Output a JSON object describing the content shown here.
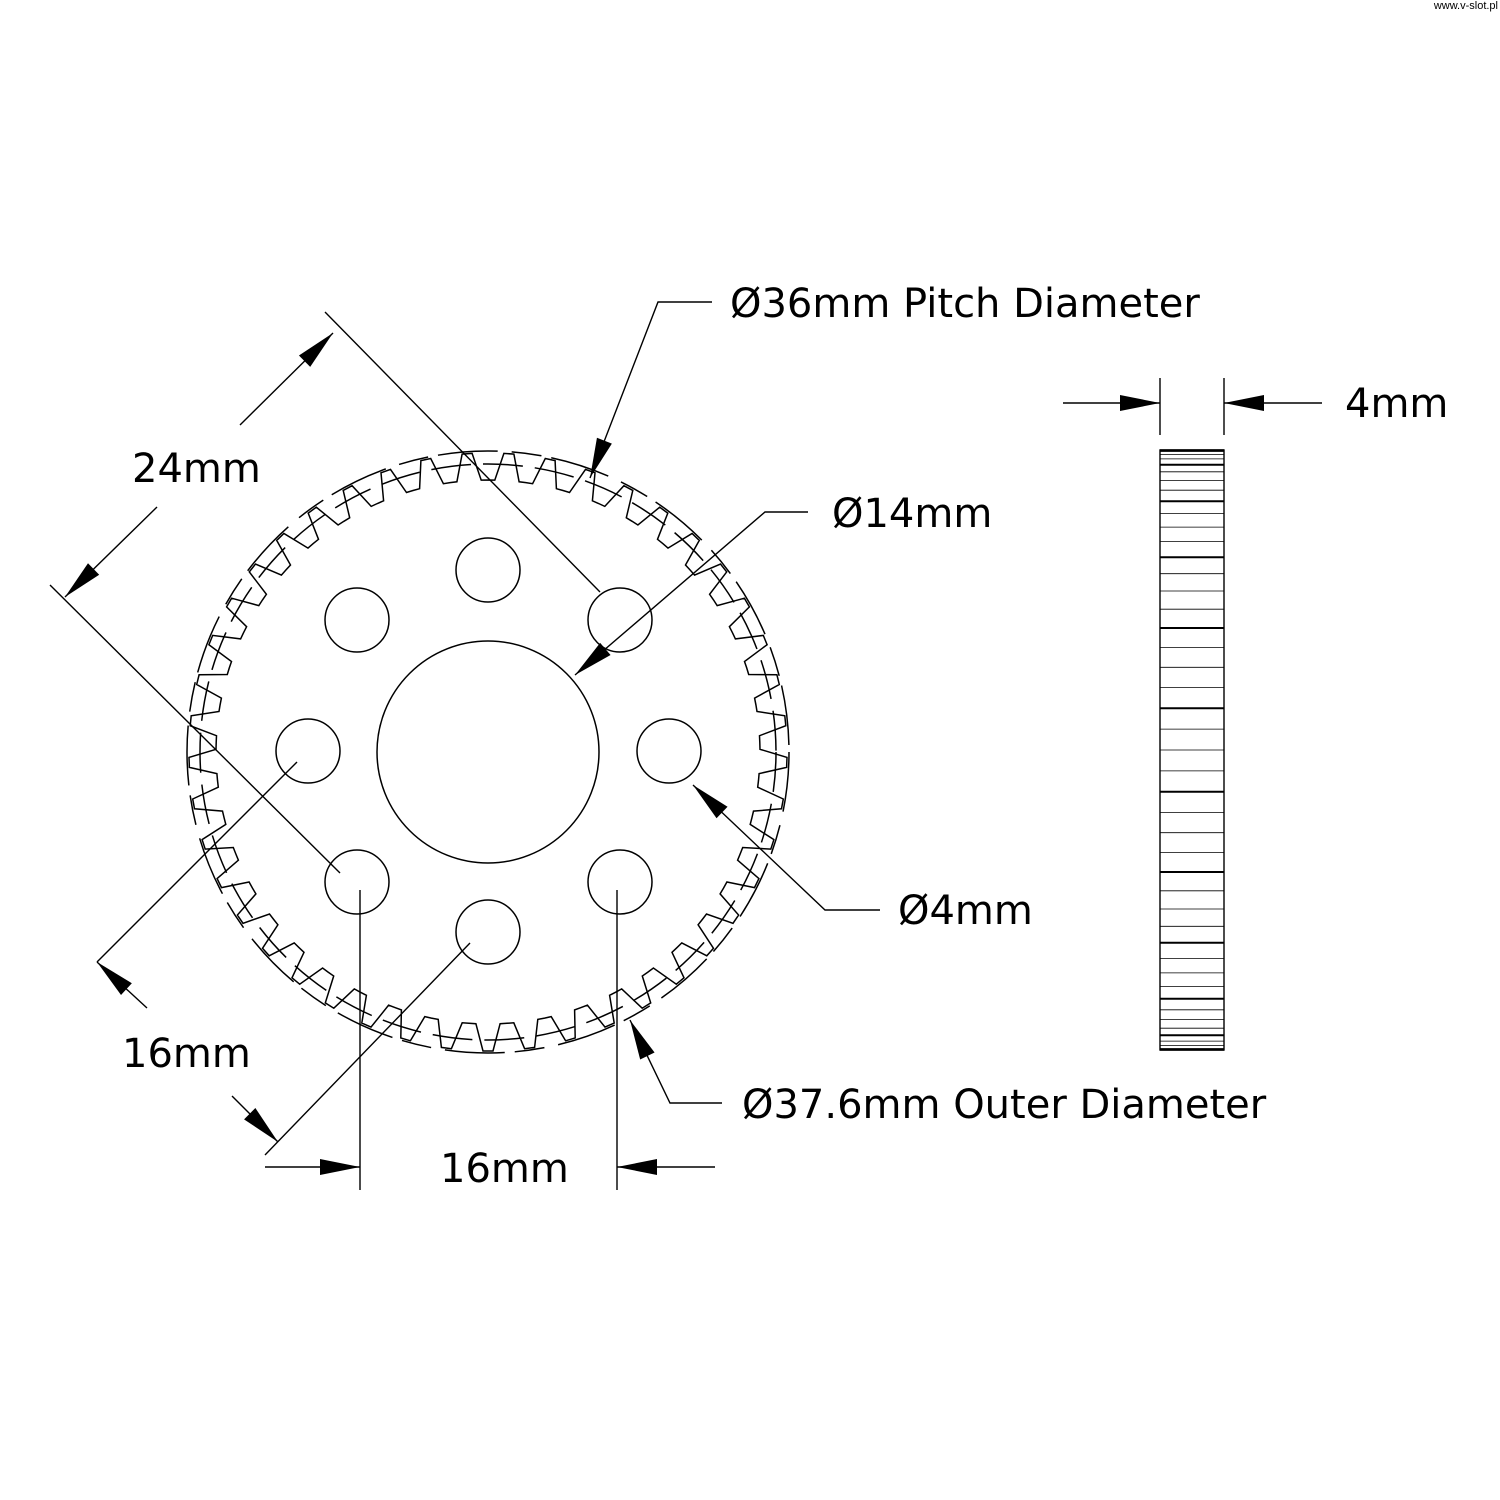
{
  "watermark": "www.v-slot.pl",
  "gear": {
    "teeth": 45,
    "hole_count": 8
  },
  "labels": {
    "pitch_diameter": "Ø36mm Pitch Diameter",
    "bore": "Ø14mm",
    "hole": "Ø4mm",
    "outer_diameter": "Ø37.6mm Outer Diameter",
    "diag_spacing": "24mm",
    "diag_16": "16mm",
    "horiz_16": "16mm",
    "thickness": "4mm"
  }
}
